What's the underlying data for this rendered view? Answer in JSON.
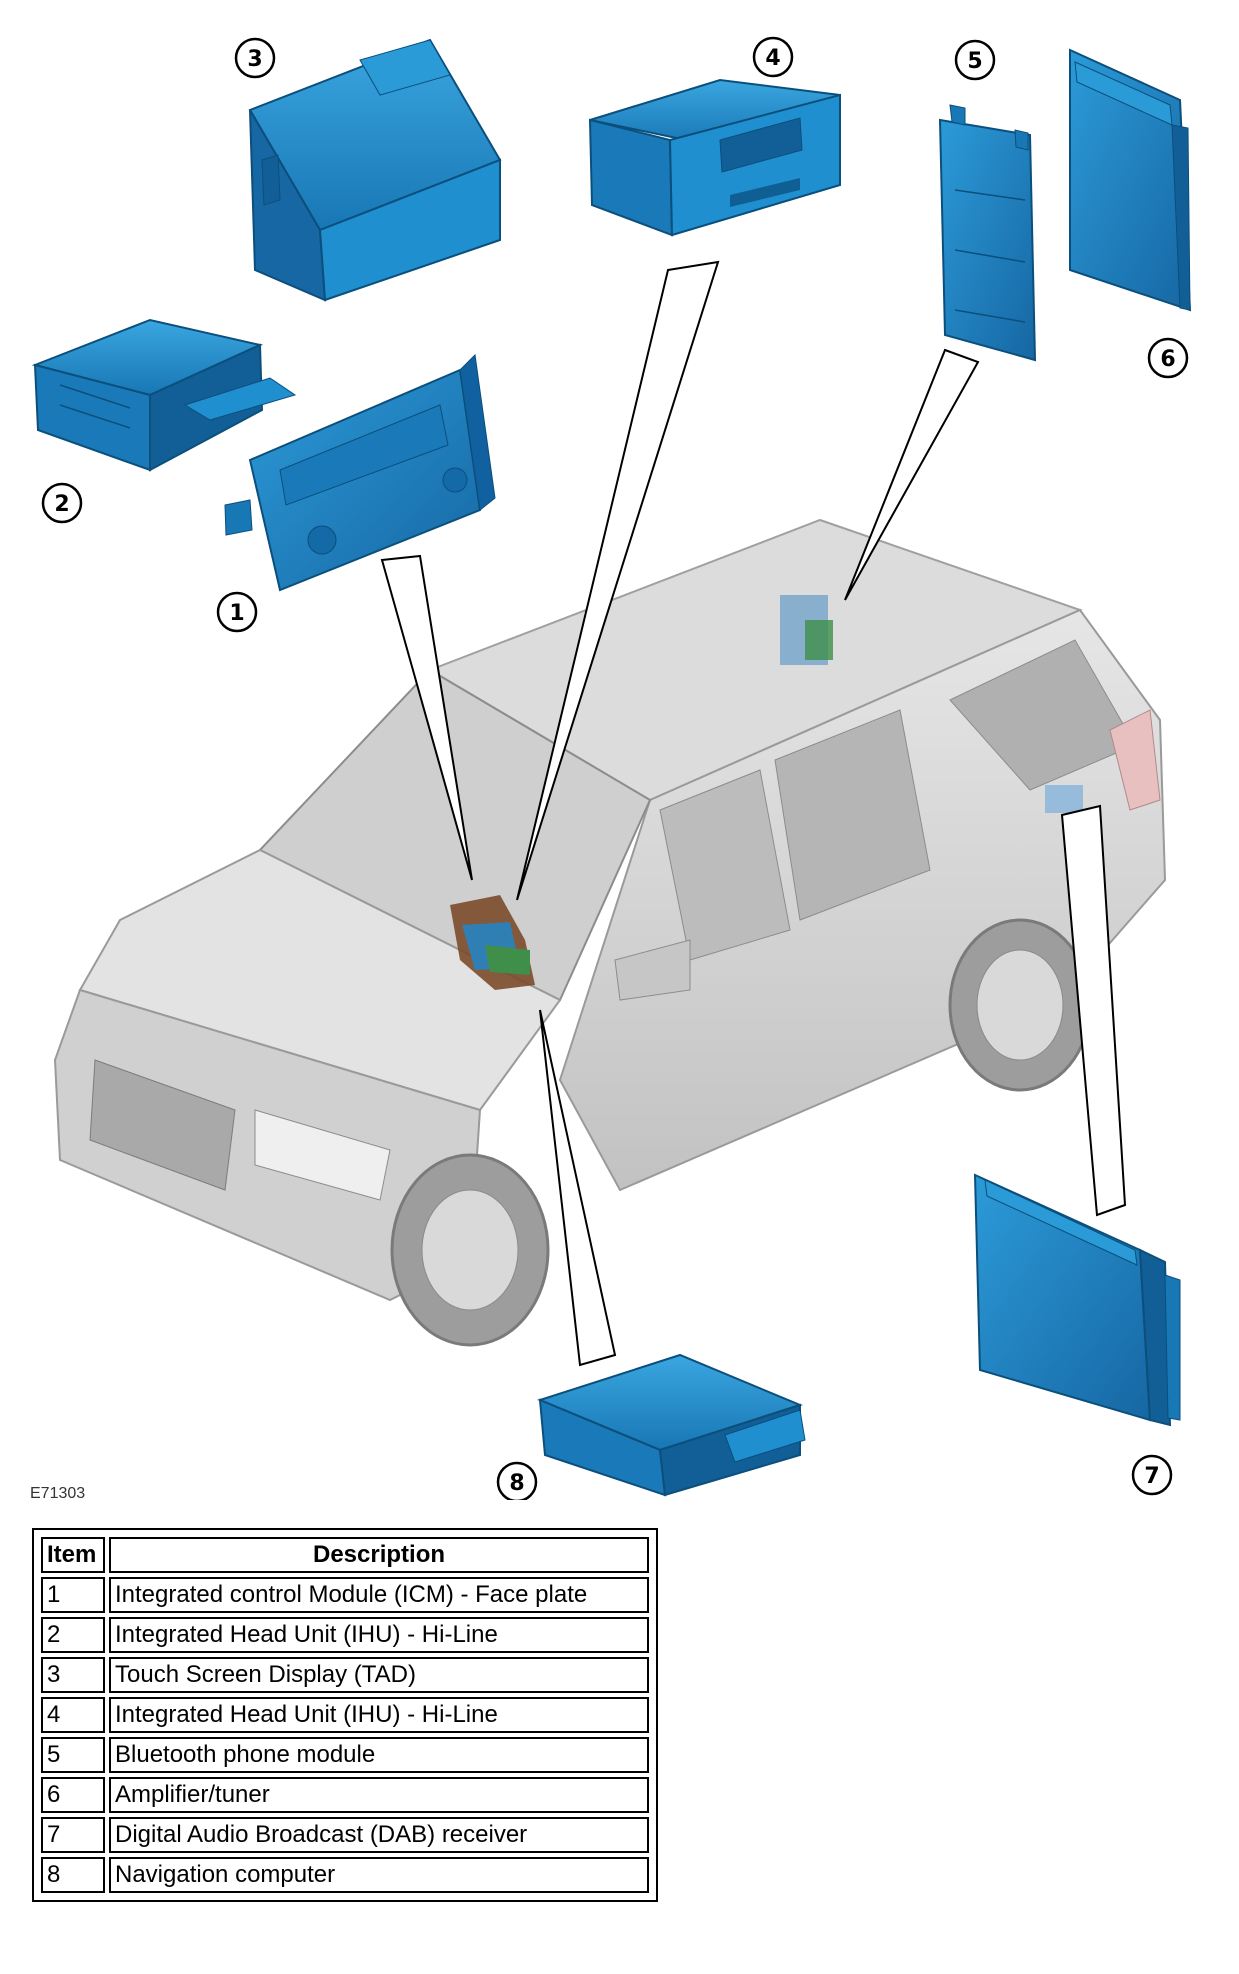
{
  "figure_code": "E71303",
  "callouts": [
    "1",
    "2",
    "3",
    "4",
    "5",
    "6",
    "7",
    "8"
  ],
  "legend": {
    "header_item": "Item",
    "header_description": "Description",
    "rows": [
      {
        "item": "1",
        "description": "Integrated control Module (ICM) - Face plate"
      },
      {
        "item": "2",
        "description": "Integrated Head Unit (IHU) - Hi-Line"
      },
      {
        "item": "3",
        "description": "Touch Screen Display (TAD)"
      },
      {
        "item": "4",
        "description": "Integrated Head Unit (IHU) - Hi-Line"
      },
      {
        "item": "5",
        "description": "Bluetooth phone module"
      },
      {
        "item": "6",
        "description": "Amplifier/tuner"
      },
      {
        "item": "7",
        "description": "Digital Audio Broadcast (DAB) receiver"
      },
      {
        "item": "8",
        "description": "Navigation computer"
      }
    ]
  },
  "colors": {
    "component_blue": "#1f8fd0",
    "component_dark": "#0f5f94",
    "vehicle_grey": "#d6d6d6",
    "vehicle_outline": "#9a9a9a",
    "highlight_brown": "#7a4a2a",
    "highlight_green": "#3f8f4a"
  }
}
